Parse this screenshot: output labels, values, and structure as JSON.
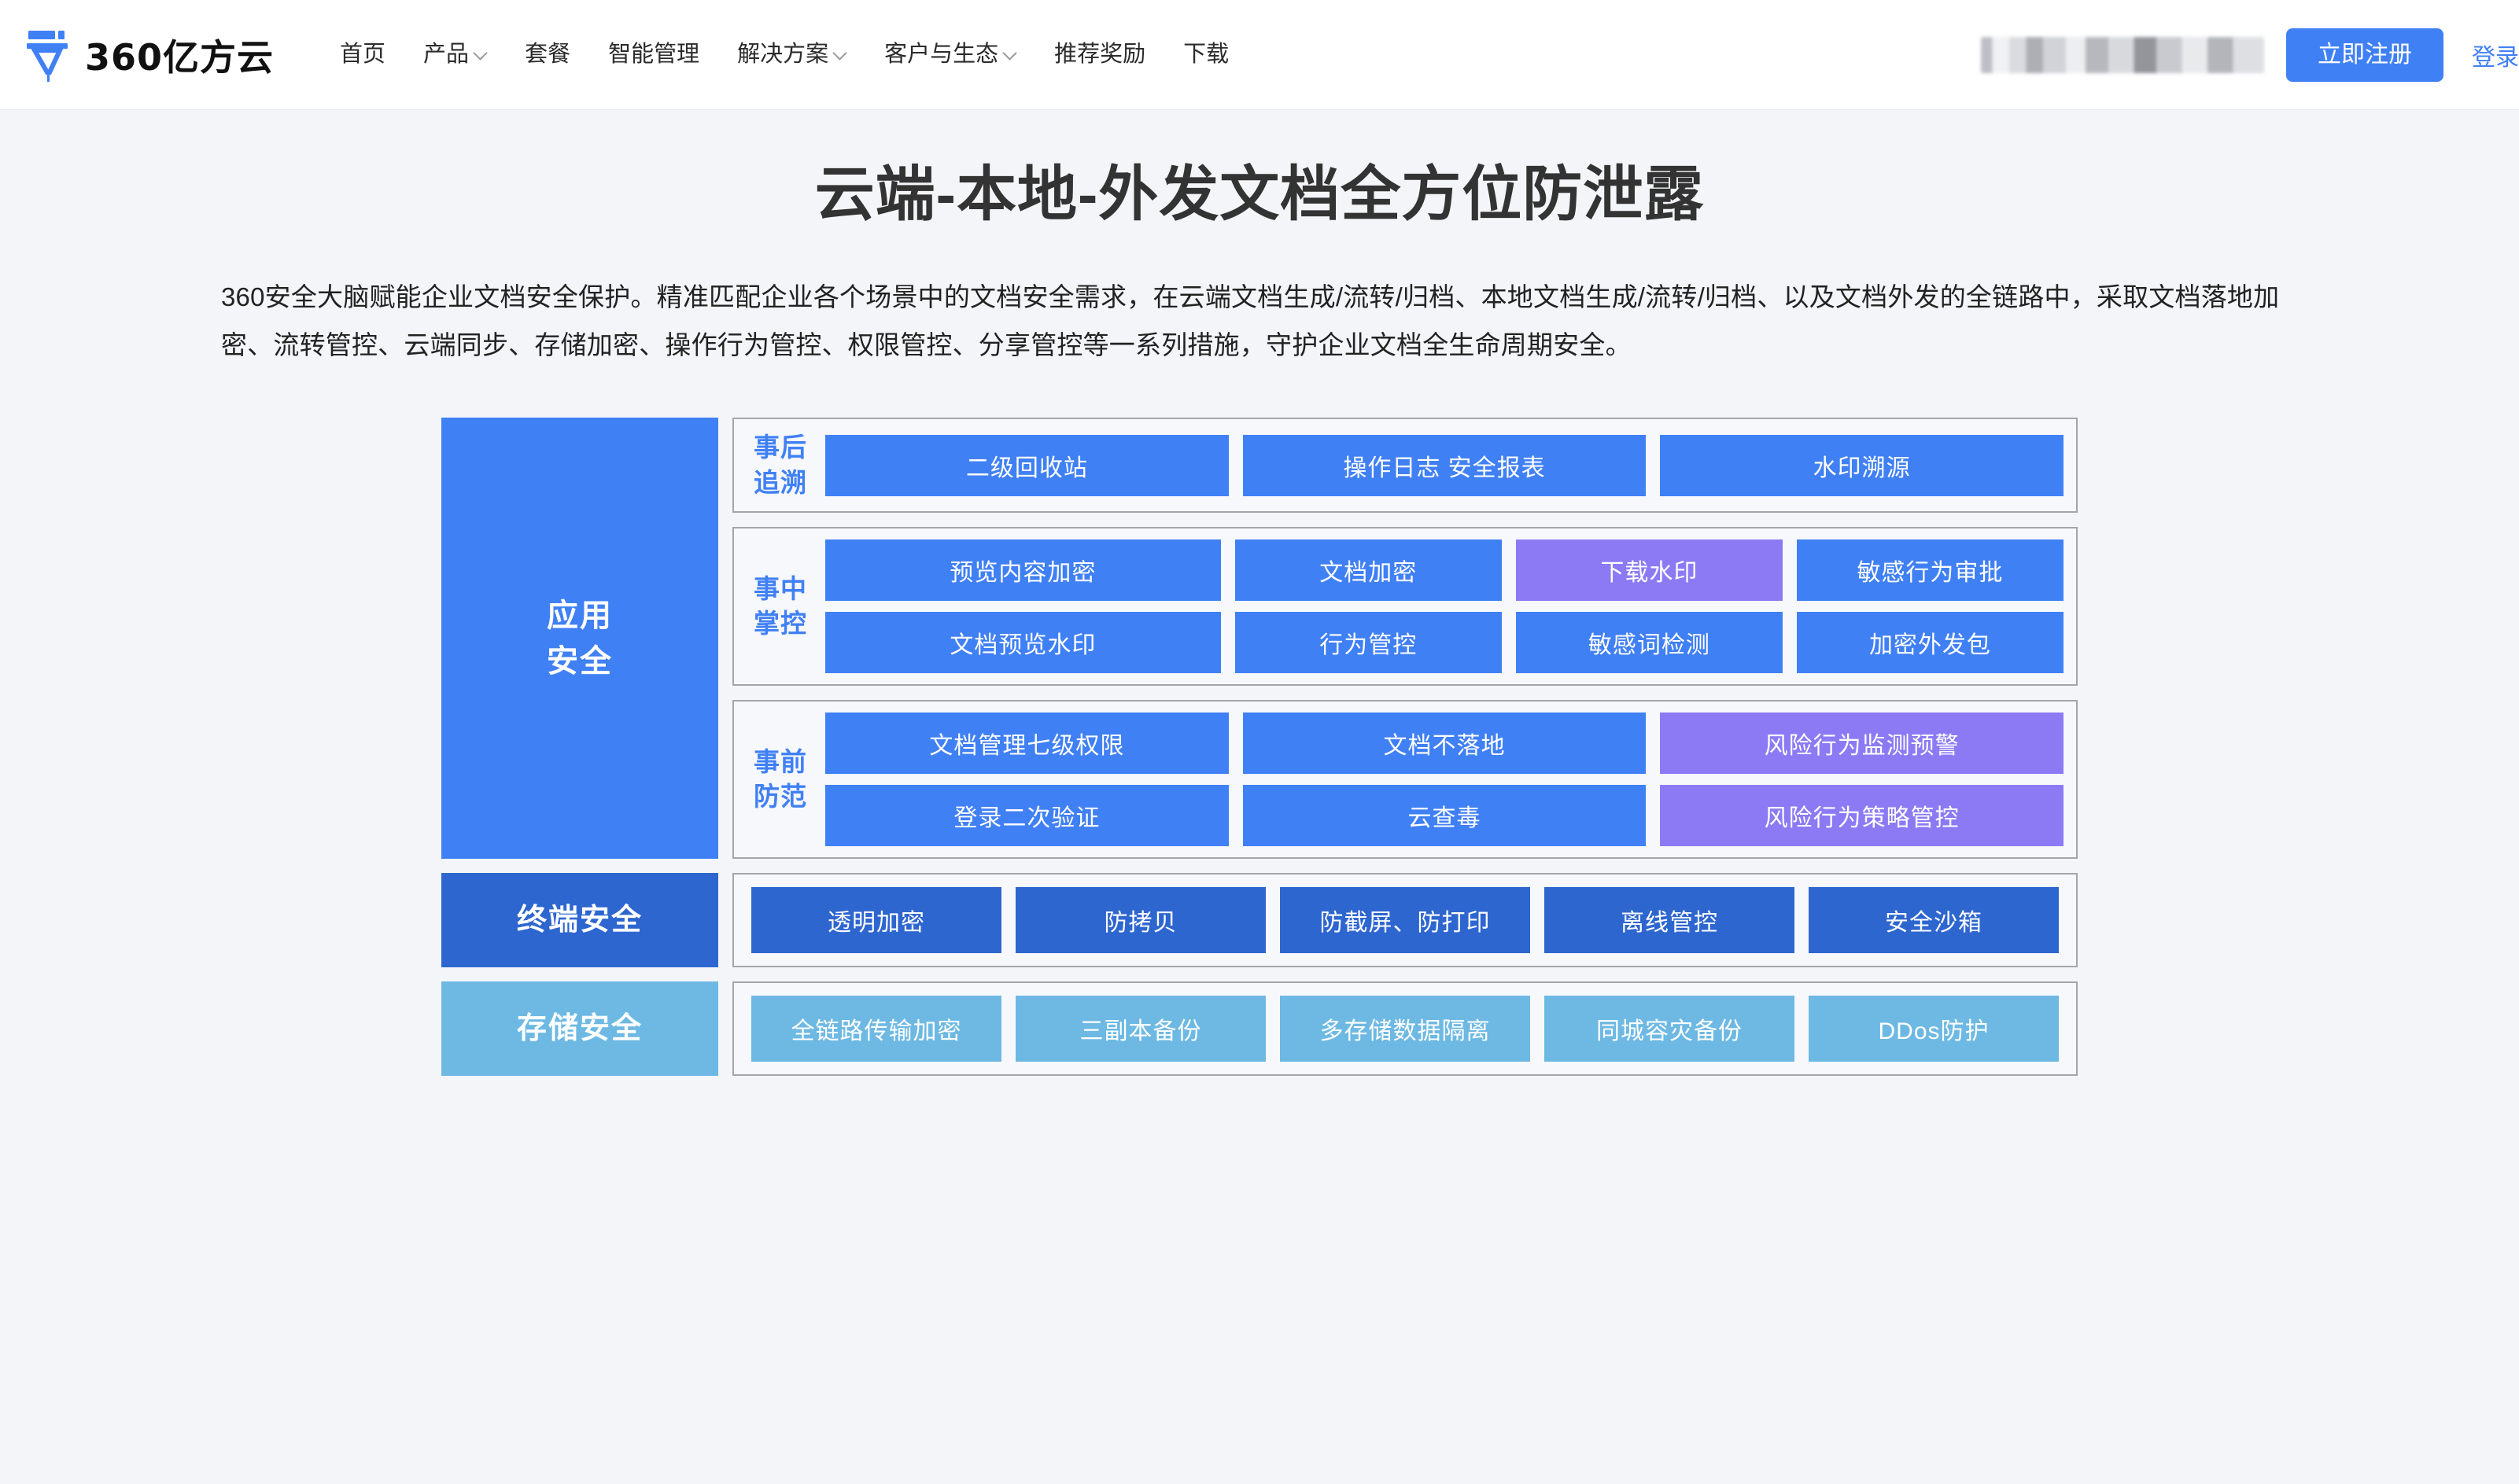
{
  "header": {
    "brand_name": "360亿方云",
    "logo_icon": "pen-nib-logo-icon",
    "nav": [
      {
        "label": "首页",
        "has_dropdown": false
      },
      {
        "label": "产品",
        "has_dropdown": true
      },
      {
        "label": "套餐",
        "has_dropdown": false
      },
      {
        "label": "智能管理",
        "has_dropdown": false
      },
      {
        "label": "解决方案",
        "has_dropdown": true
      },
      {
        "label": "客户与生态",
        "has_dropdown": true
      },
      {
        "label": "推荐奖励",
        "has_dropdown": false
      },
      {
        "label": "下载",
        "has_dropdown": false
      }
    ],
    "register_label": "立即注册",
    "login_label": "登录",
    "user_account_redacted": ""
  },
  "hero": {
    "title": "云端-本地-外发文档全方位防泄露",
    "description": "360安全大脑赋能企业文档安全保护。精准匹配企业各个场景中的文档安全需求，在云端文档生成/流转/归档、本地文档生成/流转/归档、以及文档外发的全链路中，采取文档落地加密、流转管控、云端同步、存储加密、操作行为管控、权限管控、分享管控等一系列措施，守护企业文档全生命周期安全。"
  },
  "diagram": {
    "app_security": {
      "label": "应用\n安全",
      "label_line1": "应用",
      "label_line2": "安全",
      "stages": [
        {
          "name": "事后\n追溯",
          "name_line1": "事后",
          "name_line2": "追溯",
          "rows": [
            [
              {
                "label": "二级回收站",
                "color": "blue",
                "span": 2
              },
              {
                "label": "操作日志  安全报表",
                "color": "blue",
                "span": 2
              },
              {
                "label": "水印溯源",
                "color": "blue",
                "span": 2
              }
            ]
          ]
        },
        {
          "name": "事中\n掌控",
          "name_line1": "事中",
          "name_line2": "掌控",
          "rows": [
            [
              {
                "label": "预览内容加密",
                "color": "blue",
                "span": 3
              },
              {
                "label": "文档加密",
                "color": "blue",
                "span": 2
              },
              {
                "label": "下载水印",
                "color": "purple",
                "span": 2
              },
              {
                "label": "敏感行为审批",
                "color": "blue",
                "span": 2
              }
            ],
            [
              {
                "label": "文档预览水印",
                "color": "blue",
                "span": 3
              },
              {
                "label": "行为管控",
                "color": "blue",
                "span": 2
              },
              {
                "label": "敏感词检测",
                "color": "blue",
                "span": 2
              },
              {
                "label": "加密外发包",
                "color": "blue",
                "span": 2
              }
            ]
          ]
        },
        {
          "name": "事前\n防范",
          "name_line1": "事前",
          "name_line2": "防范",
          "rows": [
            [
              {
                "label": "文档管理七级权限",
                "color": "blue",
                "span": 2
              },
              {
                "label": "文档不落地",
                "color": "blue",
                "span": 2
              },
              {
                "label": "风险行为监测预警",
                "color": "purple",
                "span": 2
              }
            ],
            [
              {
                "label": "登录二次验证",
                "color": "blue",
                "span": 2
              },
              {
                "label": "云查毒",
                "color": "blue",
                "span": 2
              },
              {
                "label": "风险行为策略管控",
                "color": "purple",
                "span": 2
              }
            ]
          ]
        }
      ]
    },
    "endpoint_security": {
      "label": "终端安全",
      "tiles": [
        {
          "label": "透明加密",
          "color": "deep"
        },
        {
          "label": "防拷贝",
          "color": "deep"
        },
        {
          "label": "防截屏、防打印",
          "color": "deep"
        },
        {
          "label": "离线管控",
          "color": "deep"
        },
        {
          "label": "安全沙箱",
          "color": "deep"
        }
      ]
    },
    "storage_security": {
      "label": "存储安全",
      "tiles": [
        {
          "label": "全链路传输加密",
          "color": "light"
        },
        {
          "label": "三副本备份",
          "color": "light"
        },
        {
          "label": "多存储数据隔离",
          "color": "light"
        },
        {
          "label": "同城容灾备份",
          "color": "light"
        },
        {
          "label": "DDos防护",
          "color": "light"
        }
      ]
    }
  },
  "colors": {
    "brand_blue": "#4080f5",
    "deep_blue": "#2e66d0",
    "light_blue": "#6db9e3",
    "purple": "#8c7af5",
    "panel_bg": "#f7f8fb",
    "panel_border": "#a3a5a9",
    "page_bg": "#f4f5f9",
    "title_color": "#333333"
  }
}
